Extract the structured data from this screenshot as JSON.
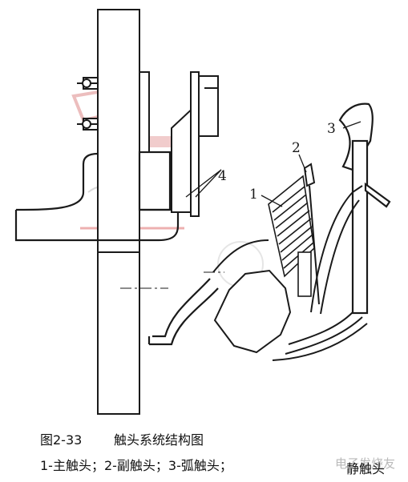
{
  "figure": {
    "part_labels": [
      "1",
      "2",
      "3",
      "4"
    ]
  },
  "caption": {
    "figure_number": "图2-33",
    "title": "触头系统结构图",
    "legend": "1-主触头；2-副触头；3-弧触头；",
    "legend_tail": "静触头"
  },
  "watermark": {
    "text": "电子发烧友"
  },
  "colors": {
    "line": "#1a1a1a",
    "watermark_red": "#c63a3a",
    "watermark_gray": "#c8c8c8",
    "background": "#ffffff"
  }
}
